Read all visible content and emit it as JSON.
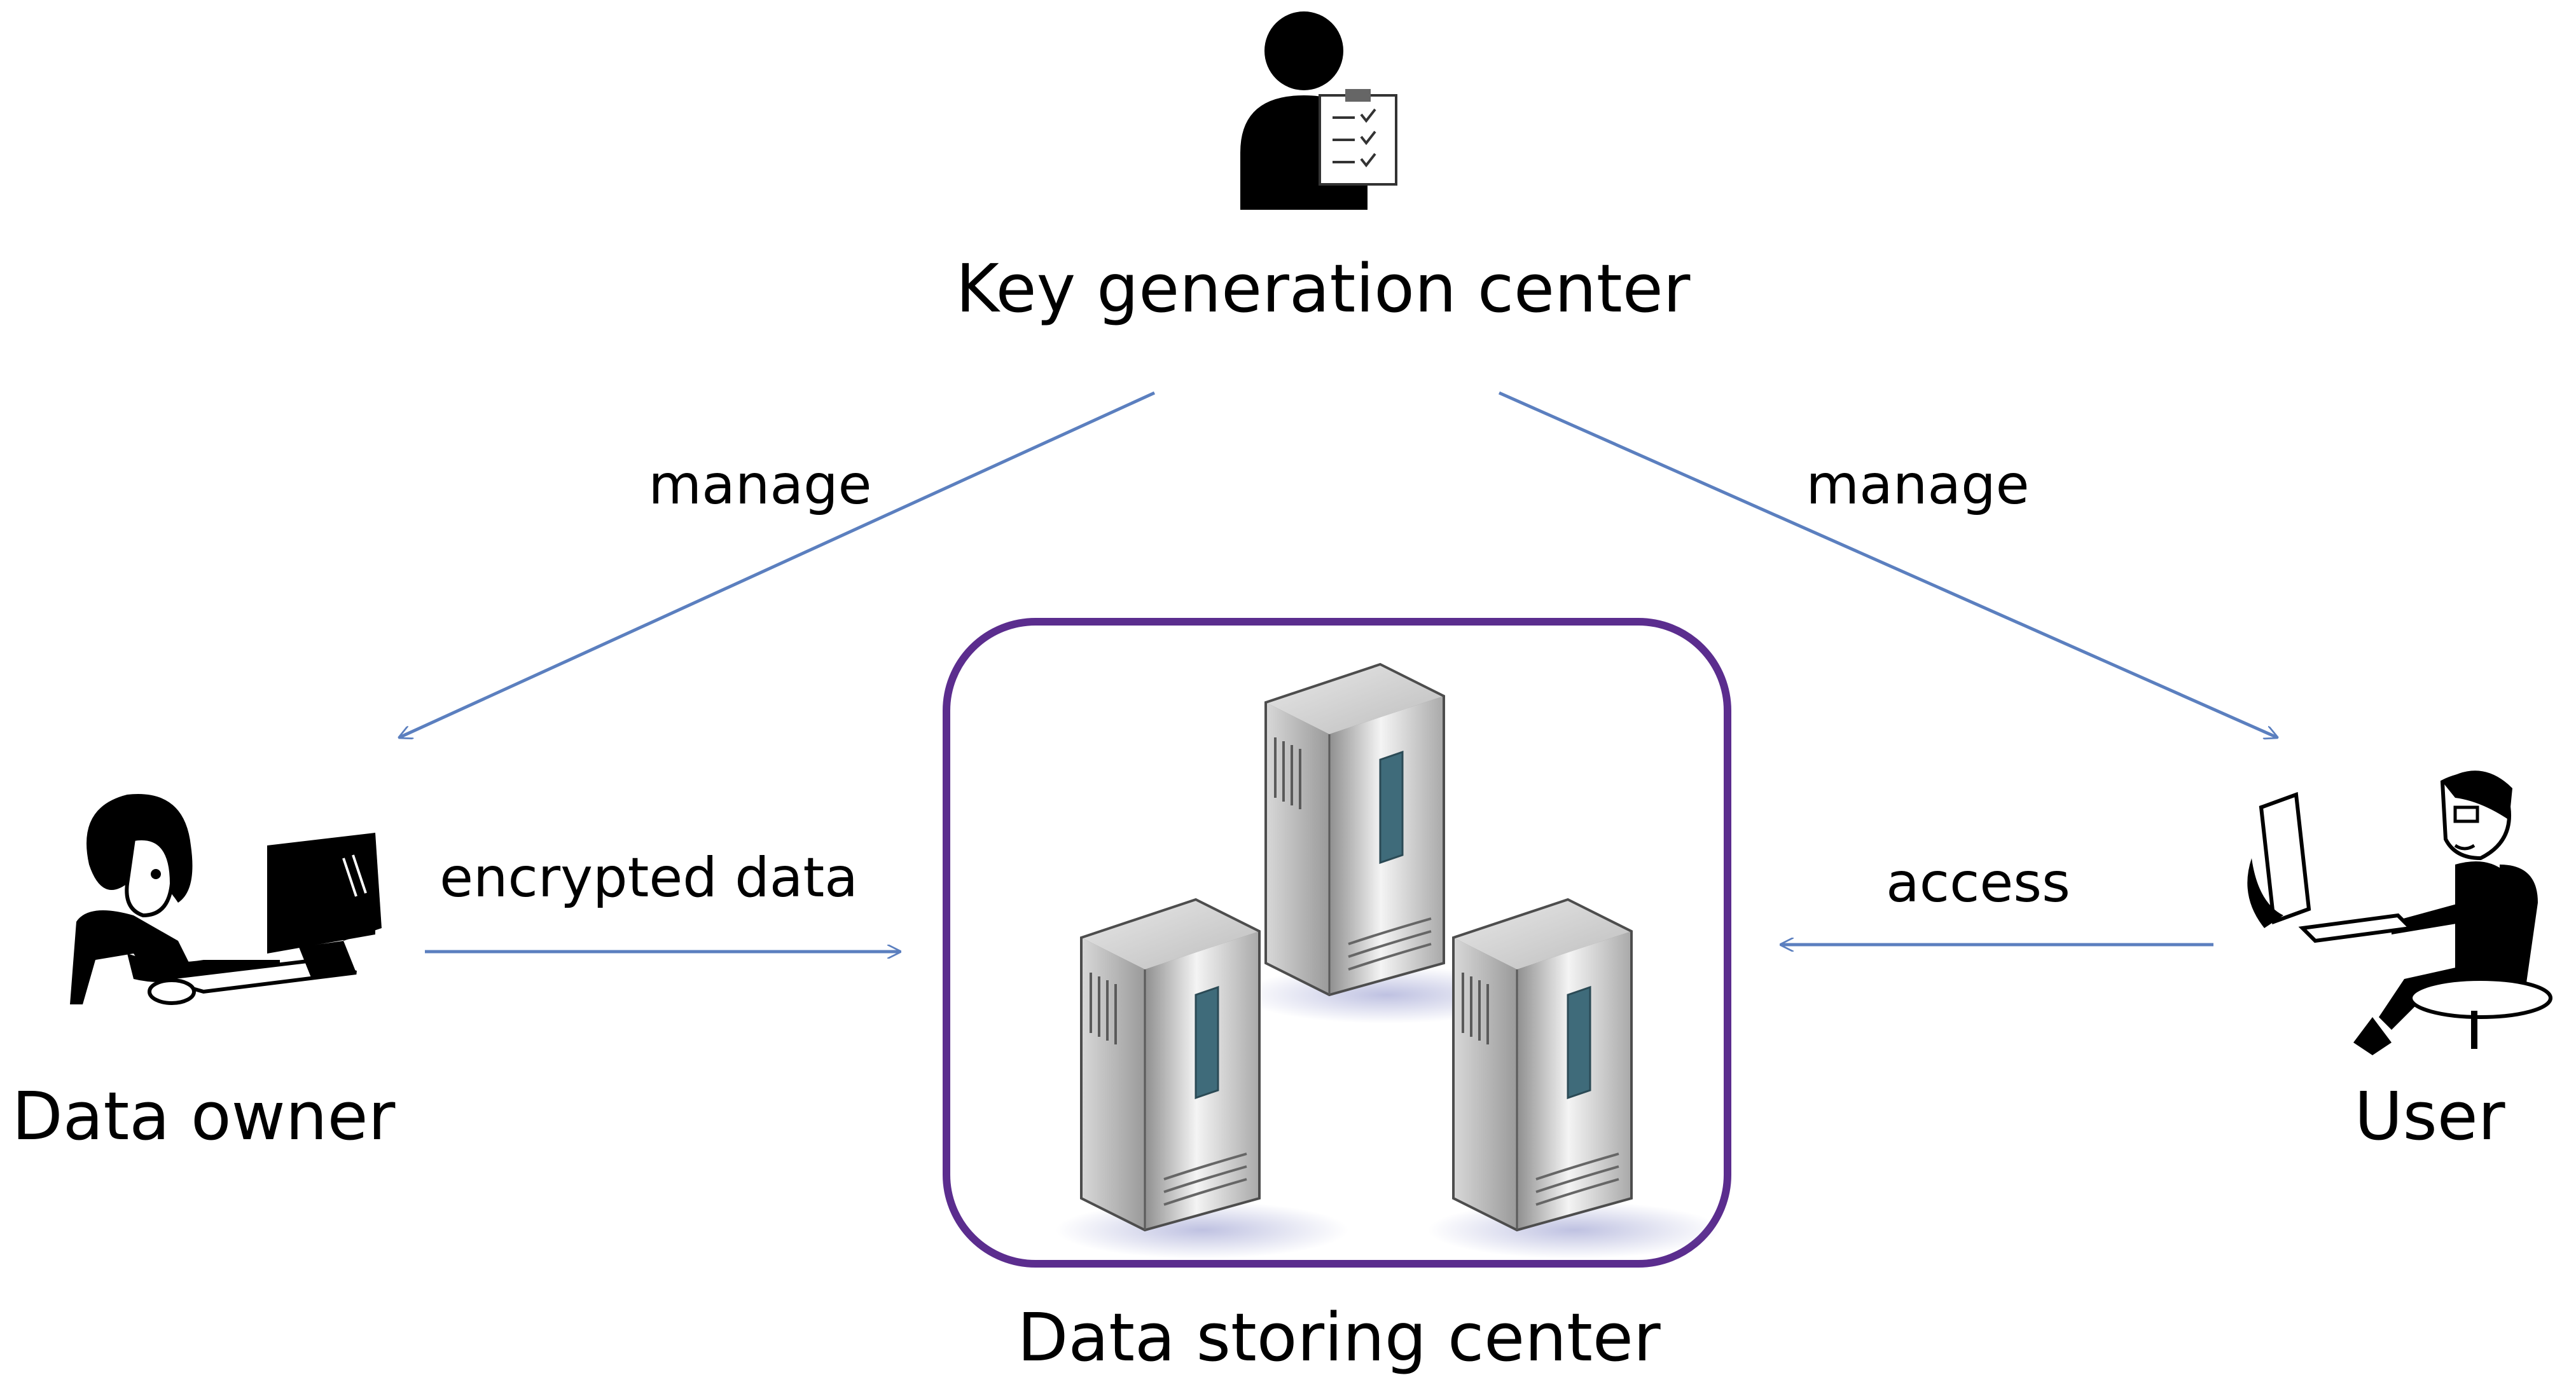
{
  "nodes": {
    "kgc": {
      "label": "Key generation center",
      "icon": "person-with-clipboard-icon"
    },
    "owner": {
      "label": "Data owner",
      "icon": "woman-at-computer-icon"
    },
    "user": {
      "label": "User",
      "icon": "man-at-computer-icon"
    },
    "storage": {
      "label": "Data storing center",
      "icon": "server-towers-icon"
    }
  },
  "edges": {
    "kgc_owner": {
      "label": "manage"
    },
    "kgc_user": {
      "label": "manage"
    },
    "owner_storage": {
      "label": "encrypted data"
    },
    "user_storage": {
      "label": "access"
    }
  },
  "colors": {
    "arrow": "#5b7fbf",
    "storage_border": "#5b2d8e",
    "text": "#000000"
  }
}
